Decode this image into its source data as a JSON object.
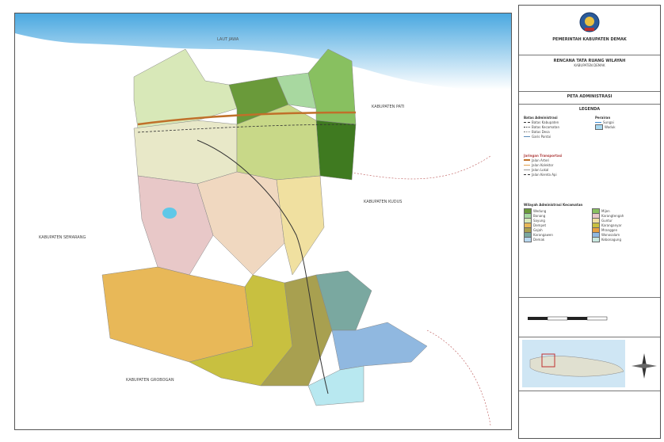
{
  "header": {
    "agency": "PEMERINTAH KABUPATEN DEMAK",
    "title": "RENCANA TATA RUANG WILAYAH",
    "subtitle": "KABUPATEN DEMAK",
    "map_name": "PETA ADMINISTRASI",
    "legend_title": "LEGENDA"
  },
  "legend": {
    "boundaries_title": "Batas Administrasi",
    "boundaries": [
      "Batas Kabupaten",
      "Batas Kecamatan",
      "Batas Desa",
      "Garis Pantai"
    ],
    "hydro_title": "Perairan",
    "hydro": [
      "Sungai",
      "Waduk"
    ],
    "transport_title": "Jaringan Transportasi",
    "transport": [
      "Jalan Arteri",
      "Jalan Kolektor",
      "Jalan Lokal",
      "Jalan Kereta Api"
    ],
    "district_title": "Wilayah Administrasi Kecamatan"
  },
  "map": {
    "sea_label": "LAUT JAWA",
    "labels": {
      "west_regency": "KABUPATEN SEMARANG",
      "south_regency": "KABUPATEN GROBOGAN",
      "east_regency": "KABUPATEN KUDUS",
      "east_area": "KABUPATEN PATI"
    }
  },
  "districts": [
    {
      "name": "Wedung",
      "color": "#6a9a3a"
    },
    {
      "name": "Mijen",
      "color": "#88c060"
    },
    {
      "name": "Bonang",
      "color": "#a8d8a0"
    },
    {
      "name": "Karangtengah",
      "color": "#e8c8c8"
    },
    {
      "name": "Sayung",
      "color": "#d8e8b8"
    },
    {
      "name": "Guntur",
      "color": "#f0e0a0"
    },
    {
      "name": "Dempet",
      "color": "#e8b858"
    },
    {
      "name": "Karanganyar",
      "color": "#c8c040"
    },
    {
      "name": "Gajah",
      "color": "#a8a050"
    },
    {
      "name": "Mranggen",
      "color": "#e8a040"
    },
    {
      "name": "Karangawen",
      "color": "#7aa8a0"
    },
    {
      "name": "Wonosalam",
      "color": "#90b8e0"
    },
    {
      "name": "Demak",
      "color": "#b8d8f0"
    },
    {
      "name": "Kebonagung",
      "color": "#c8e8e0"
    }
  ],
  "colors": {
    "sea": "#a8d8f0",
    "land_bg": "#ffffff"
  },
  "icons": {
    "logo": "regency-emblem",
    "north_arrow": "compass-icon"
  }
}
